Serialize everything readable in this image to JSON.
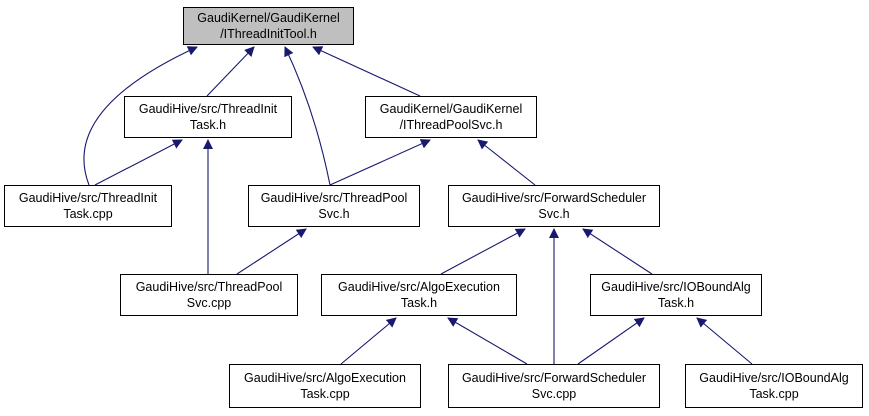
{
  "colors": {
    "edge": "#191970",
    "root_fill": "#bfbfbf",
    "node_fill": "#ffffff",
    "node_border": "#000000"
  },
  "nodes": {
    "root": {
      "line1": "GaudiKernel/GaudiKernel",
      "line2": "/IThreadInitTool.h"
    },
    "threadinit_h": {
      "line1": "GaudiHive/src/ThreadInit",
      "line2": "Task.h"
    },
    "threadpoolsvc_iface_h": {
      "line1": "GaudiKernel/GaudiKernel",
      "line2": "/IThreadPoolSvc.h"
    },
    "threadinit_cpp": {
      "line1": "GaudiHive/src/ThreadInit",
      "line2": "Task.cpp"
    },
    "threadpool_h": {
      "line1": "GaudiHive/src/ThreadPool",
      "line2": "Svc.h"
    },
    "fwdsched_h": {
      "line1": "GaudiHive/src/ForwardScheduler",
      "line2": "Svc.h"
    },
    "threadpool_cpp": {
      "line1": "GaudiHive/src/ThreadPool",
      "line2": "Svc.cpp"
    },
    "algoexec_h": {
      "line1": "GaudiHive/src/AlgoExecution",
      "line2": "Task.h"
    },
    "iobound_h": {
      "line1": "GaudiHive/src/IOBoundAlg",
      "line2": "Task.h"
    },
    "algoexec_cpp": {
      "line1": "GaudiHive/src/AlgoExecution",
      "line2": "Task.cpp"
    },
    "fwdsched_cpp": {
      "line1": "GaudiHive/src/ForwardScheduler",
      "line2": "Svc.cpp"
    },
    "iobound_cpp": {
      "line1": "GaudiHive/src/IOBoundAlg",
      "line2": "Task.cpp"
    }
  },
  "edges": [
    {
      "from": "threadinit_h",
      "to": "root"
    },
    {
      "from": "threadpoolsvc_iface_h",
      "to": "root"
    },
    {
      "from": "threadinit_cpp",
      "to": "root"
    },
    {
      "from": "threadpool_h",
      "to": "root"
    },
    {
      "from": "threadinit_cpp",
      "to": "threadinit_h"
    },
    {
      "from": "threadpool_cpp",
      "to": "threadinit_h"
    },
    {
      "from": "threadpool_h",
      "to": "threadpoolsvc_iface_h"
    },
    {
      "from": "fwdsched_h",
      "to": "threadpoolsvc_iface_h"
    },
    {
      "from": "threadpool_cpp",
      "to": "threadpool_h"
    },
    {
      "from": "algoexec_h",
      "to": "fwdsched_h"
    },
    {
      "from": "fwdsched_cpp",
      "to": "fwdsched_h"
    },
    {
      "from": "iobound_h",
      "to": "fwdsched_h"
    },
    {
      "from": "algoexec_cpp",
      "to": "algoexec_h"
    },
    {
      "from": "fwdsched_cpp",
      "to": "algoexec_h"
    },
    {
      "from": "fwdsched_cpp",
      "to": "iobound_h"
    },
    {
      "from": "iobound_cpp",
      "to": "iobound_h"
    }
  ]
}
